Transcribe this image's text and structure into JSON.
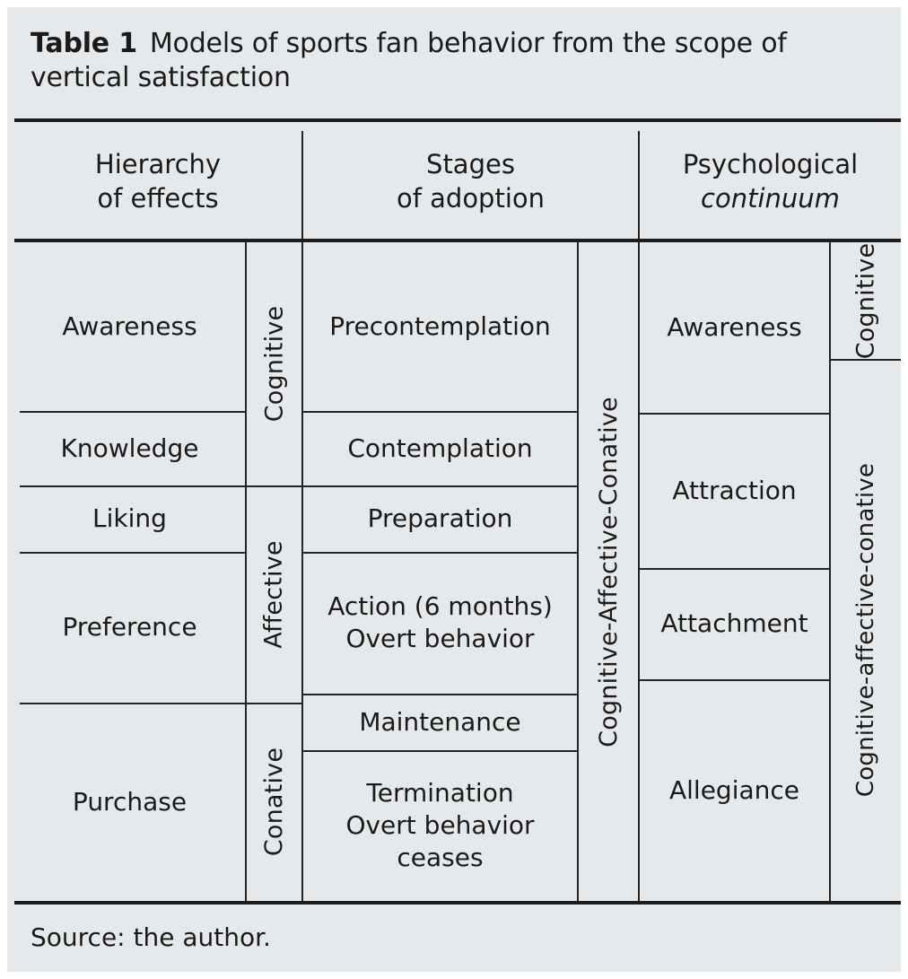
{
  "caption": {
    "label": "Table 1",
    "text": "Models of sports fan behavior from the scope of vertical satisfaction"
  },
  "headers": {
    "col1_line1": "Hierarchy",
    "col1_line2": "of effects",
    "col2_line1": "Stages",
    "col2_line2": "of adoption",
    "col3_line1": "Psychological",
    "col3_line2": "continuum"
  },
  "hierarchy_of_effects": {
    "items": [
      "Awareness",
      "Knowledge",
      "Liking",
      "Preference",
      "Purchase"
    ],
    "groups": [
      "Cognitive",
      "Affective",
      "Conative"
    ]
  },
  "stages_of_adoption": {
    "items": [
      "Precontemplation",
      "Contemplation",
      "Preparation",
      "Action (6 months)\nOvert behavior",
      "Maintenance",
      "Termination\nOvert behavior\nceases"
    ],
    "action_line1": "Action (6 months)",
    "action_line2": "Overt behavior",
    "maintenance": "Maintenance",
    "termination_line1": "Termination",
    "termination_line2": "Overt behavior",
    "termination_line3": "ceases",
    "group": "Cognitive-Affective-Conative"
  },
  "psychological_continuum": {
    "items": [
      "Awareness",
      "Attraction",
      "Attachment",
      "Allegiance"
    ],
    "groups": [
      "Cognitive",
      "Cognitive-affective-conative"
    ]
  },
  "footer": {
    "source": "Source: the author."
  },
  "colors": {
    "background": "#e6e9eb",
    "rule": "#1c1c1c",
    "text": "#1a1a1a"
  }
}
